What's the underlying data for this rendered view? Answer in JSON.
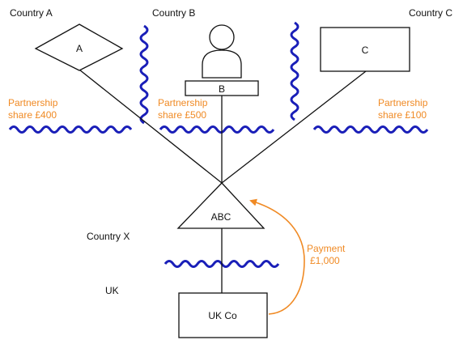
{
  "colors": {
    "line": "#111111",
    "border_wave": "#1a1fb8",
    "annotation": "#f08a24"
  },
  "regions": {
    "country_a": "Country A",
    "country_b": "Country B",
    "country_c": "Country C",
    "country_x": "Country X",
    "uk": "UK"
  },
  "entities": {
    "a": {
      "label": "A",
      "shape": "diamond"
    },
    "b": {
      "label": "B",
      "shape": "person",
      "icon": "person-icon"
    },
    "c": {
      "label": "C",
      "shape": "rectangle"
    },
    "abc": {
      "label": "ABC",
      "shape": "triangle"
    },
    "uk_co": {
      "label": "UK Co",
      "shape": "rectangle"
    }
  },
  "shares": {
    "a": {
      "line1": "Partnership",
      "line2": "share £400"
    },
    "b": {
      "line1": "Partnership",
      "line2": "share £500"
    },
    "c": {
      "line1": "Partnership",
      "line2": "share £100"
    }
  },
  "payment": {
    "line1": "Payment",
    "line2": "£1,000"
  }
}
